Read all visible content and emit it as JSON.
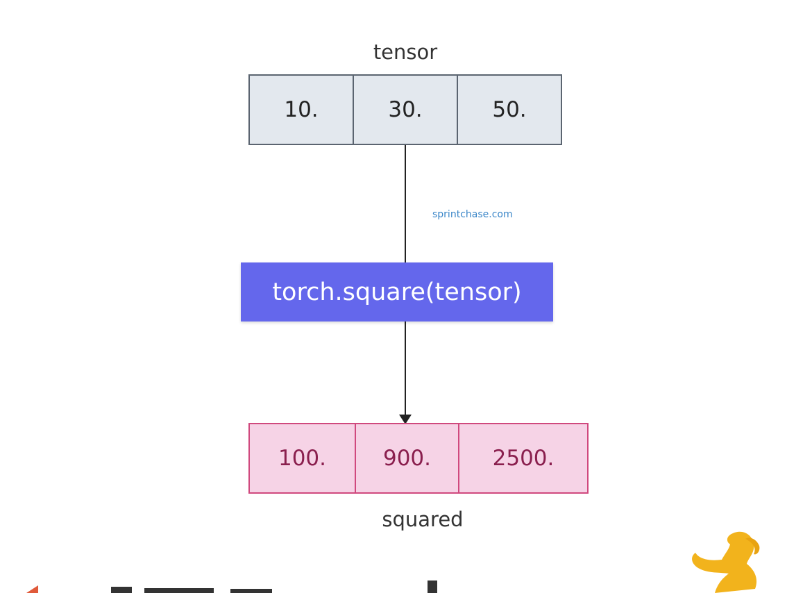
{
  "input": {
    "label": "tensor",
    "values": [
      "10.",
      "30.",
      "50."
    ]
  },
  "operation": {
    "label": "torch.square(tensor)"
  },
  "watermark": "sprintchase.com",
  "output": {
    "label": "squared",
    "values": [
      "100.",
      "900.",
      "2500."
    ]
  },
  "colors": {
    "input_fill": "#e3e8ee",
    "input_border": "#5b6470",
    "operation_fill": "#6467ec",
    "output_fill": "#f6d3e6",
    "output_border": "#d0497e",
    "output_text": "#8a1f4e"
  }
}
